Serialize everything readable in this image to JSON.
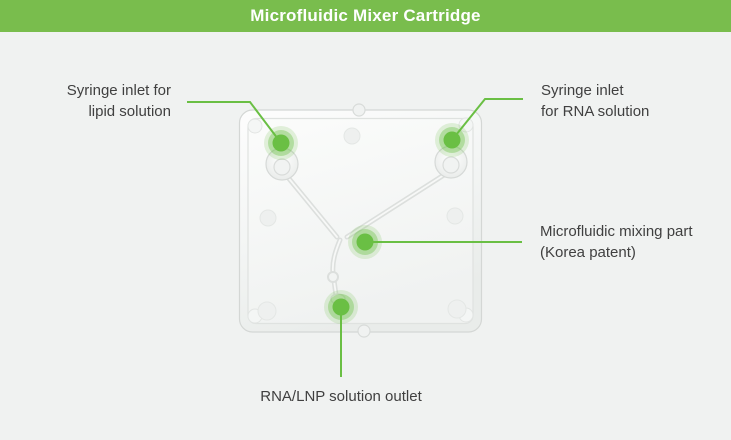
{
  "header": {
    "title": "Microfluidic Mixer Cartridge"
  },
  "colors": {
    "header_bg": "#79bd4d",
    "accent_green": "#6abf44",
    "halo_mid": "rgba(106,191,68,0.38)",
    "halo_outer": "rgba(106,191,68,0.18)",
    "background": "#f0f2f1",
    "label_text": "#404040"
  },
  "labels": {
    "lipid_inlet": "Syringe inlet for\nlipid solution",
    "rna_inlet": "Syringe inlet\nfor RNA solution",
    "mixing_part": "Microfluidic mixing part\n(Korea patent)",
    "outlet": "RNA/LNP solution outlet"
  },
  "figure": {
    "name": "microfluidic-mixer-cartridge-photo",
    "markers": [
      "lipid-solution-inlet",
      "rna-solution-inlet",
      "microfluidic-mixing-part",
      "rna-lnp-solution-outlet"
    ]
  }
}
